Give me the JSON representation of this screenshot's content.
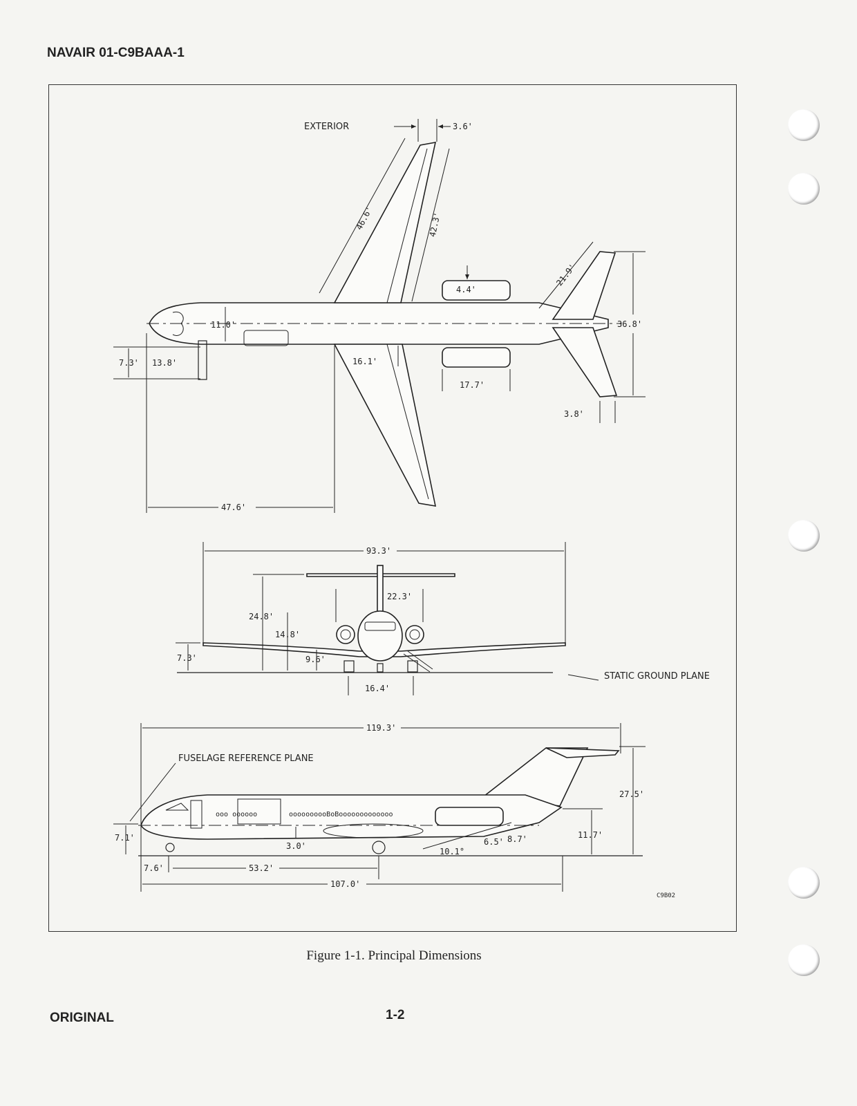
{
  "header": {
    "doc_id": "NAVAIR 01-C9BAAA-1"
  },
  "figure": {
    "caption": "Figure 1-1. Principal Dimensions",
    "code": "C9B02",
    "plan_view": {
      "title": "EXTERIOR",
      "dims": {
        "wing_tip_chord": "3.6'",
        "wing_le_span": "46.6'",
        "wing_te_span": "42.3'",
        "nacelle_dia": "4.4'",
        "htail_span": "21.9'",
        "htail_total": "36.8'",
        "fuselage_width": "11.0'",
        "stair_offset": "7.3'",
        "nose_to_stair": "13.8'",
        "wing_root": "16.1'",
        "nacelle_len": "17.7'",
        "htail_tip": "3.8'",
        "nose_to_wing": "47.6'"
      }
    },
    "front_view": {
      "dims": {
        "wingspan": "93.3'",
        "tail_height": "24.8'",
        "engine_spacing": "22.3'",
        "engine_height": "14.8'",
        "wing_height": "7.3'",
        "fuselage_bottom": "9.6'",
        "gear_track": "16.4'"
      },
      "ground_label": "STATIC GROUND PLANE"
    },
    "side_view": {
      "ref_label": "FUSELAGE REFERENCE PLANE",
      "dims": {
        "length_total": "119.3'",
        "height_tail": "27.5'",
        "nose_height": "7.1'",
        "clearance": "3.0'",
        "tail_cone_h1": "6.5'",
        "tail_cone_h2": "8.7'",
        "tail_angle": "10.1°",
        "tail_low": "11.7'",
        "nose_gear": "7.6'",
        "wheelbase": "53.2'",
        "length_ground": "107.0'"
      }
    }
  },
  "footer": {
    "status": "ORIGINAL",
    "page": "1-2"
  }
}
